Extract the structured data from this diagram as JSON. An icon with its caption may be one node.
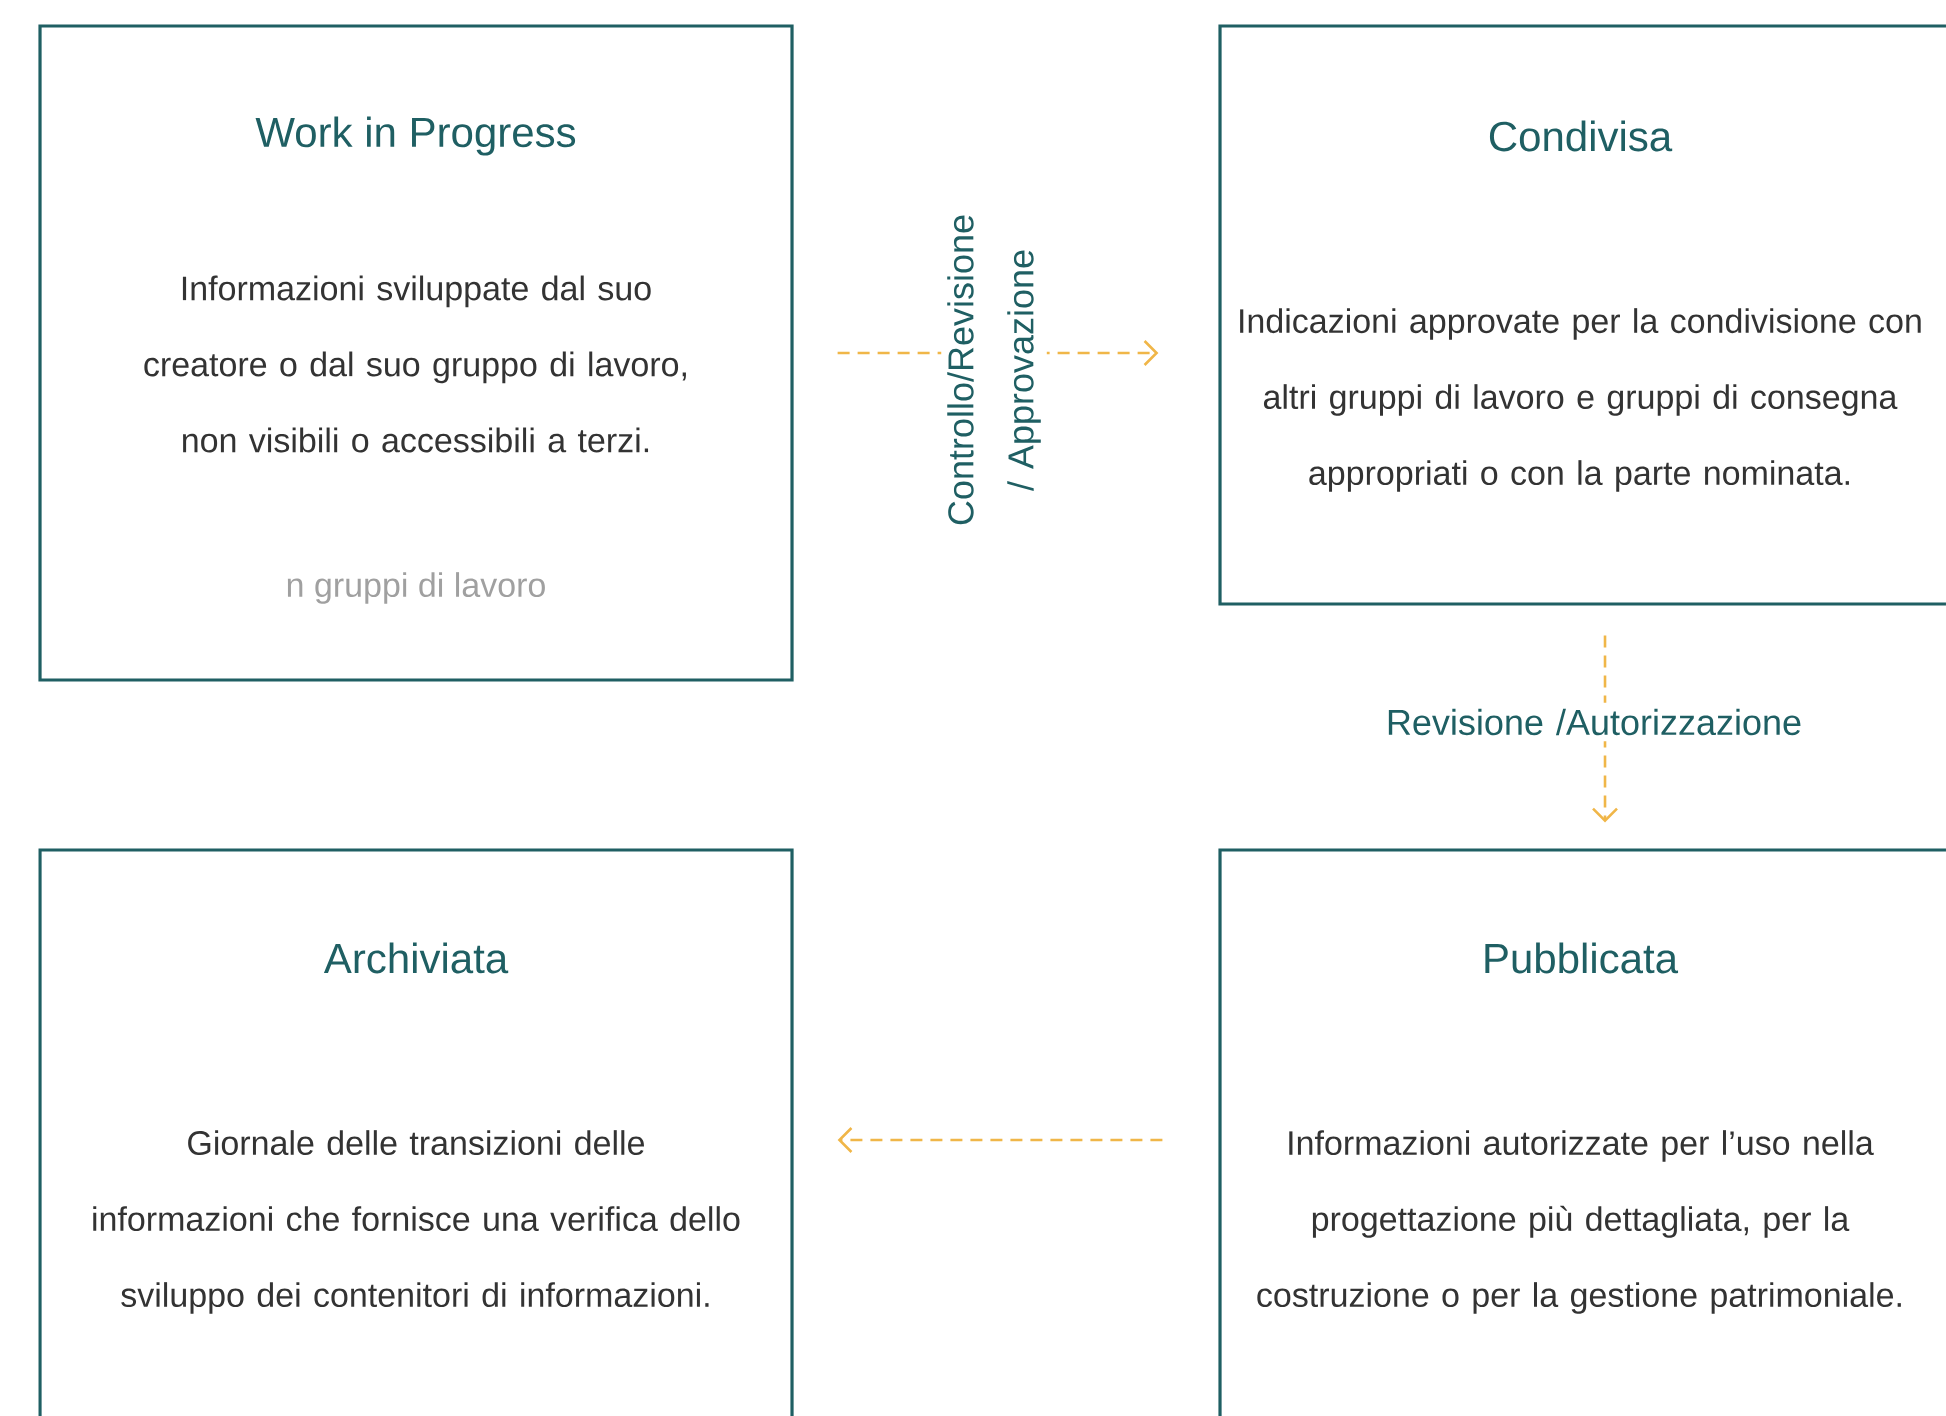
{
  "diagram": {
    "nodes": [
      {
        "text": [
          "Work in Progress",
          "Informazioni sviluppate dal suo creatore o dal suo gruppo di lavoro, non visibili o accessibili a terzi.",
          "n gruppi di lavoro"
        ]
      },
      {
        "text": [
          "Condivisa",
          "Indicazioni approvate per la condivisione con altri gruppi di lavoro e gruppi di consegna appropriati o con la parte nominata."
        ]
      },
      {
        "text": [
          "Archiviata",
          "Giornale delle transizioni delle informazioni che fornisce una verifica dello sviluppo dei contenitori di informazioni."
        ]
      },
      {
        "text": [
          "Pubblicata",
          "Informazioni autorizzate per l’uso nella progettazione più dettagliata, per la costruzione o per la gestione patrimoniale."
        ]
      }
    ],
    "edges": [
      {
        "from": 0,
        "to": 1,
        "arrow": "to",
        "style": "dashed",
        "label": "Controllo/Revisione / Approvazione"
      },
      {
        "from": 1,
        "to": 3,
        "arrow": "to",
        "style": "dashed",
        "label": "Revisione /Autorizzazione"
      },
      {
        "from": 3,
        "to": 2,
        "arrow": "to",
        "style": "dashed"
      }
    ]
  }
}
